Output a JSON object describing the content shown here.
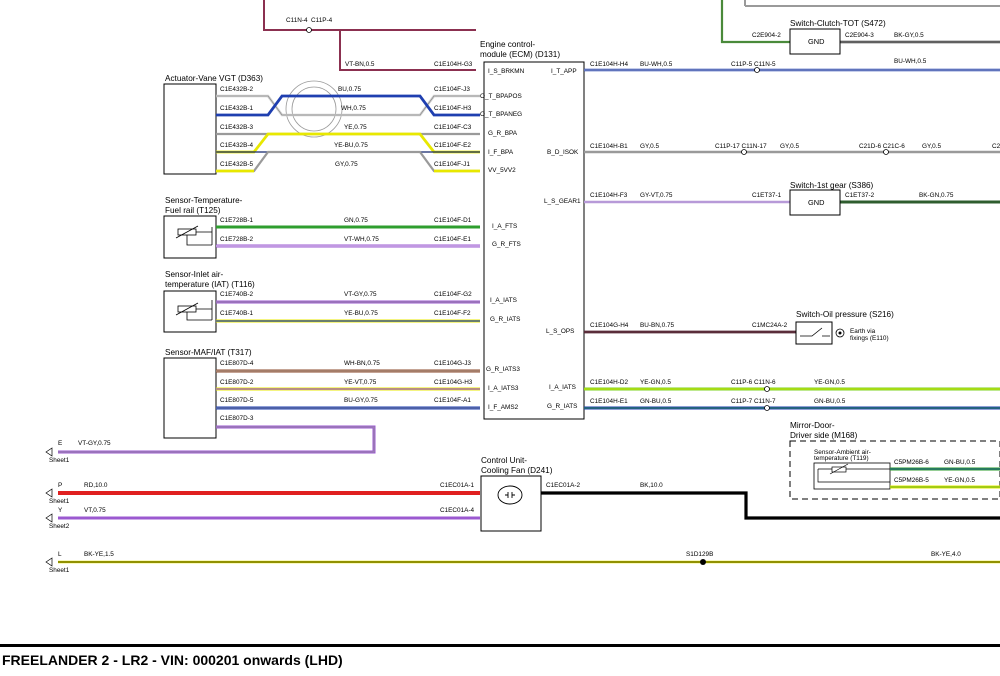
{
  "footer": {
    "title": "FREELANDER 2 - LR2 - VIN: 000201 onwards  (LHD)"
  },
  "colors": {
    "VT": "#9b59d0",
    "GN": "#2e9e2e",
    "RD": "#e02020",
    "BK": "#000000",
    "YE": "#e8e800",
    "BU": "#1f3fb0",
    "WH": "#cfcfcf",
    "GY": "#9a9a9a",
    "BN": "#8b4a2b",
    "DKGN": "#2f5d2f"
  },
  "components": {
    "ecm": {
      "title1": "Engine control-",
      "title2": "module (ECM) (D131)",
      "pins_left": [
        "I_S_BRKMN",
        "O_T_BPAPOS",
        "O_T_BPANEG",
        "G_R_BPA",
        "I_F_BPA",
        "VV_5VV2",
        "I_A_FTS",
        "G_R_FTS",
        "I_A_IATS",
        "G_R_IATS",
        "G_R_IATS3",
        "I_A_IATS3",
        "I_F_AMS2"
      ],
      "pins_right": [
        "I_T_APP",
        "B_D_ISOK",
        "L_S_GEAR1",
        "L_S_OPS",
        "I_A_IATS",
        "G_R_IATS"
      ]
    },
    "actuator_vgt": {
      "label": "Actuator-Vane VGT (D363)"
    },
    "fuel_rail_temp": {
      "label1": "Sensor-Temperature-",
      "label2": "Fuel rail (T125)"
    },
    "iat": {
      "label1": "Sensor-Inlet air-",
      "label2": "temperature (IAT) (T116)"
    },
    "maf": {
      "label": "Sensor-MAF/IAT (T317)"
    },
    "cooling_fan": {
      "label1": "Control Unit-",
      "label2": "Cooling Fan (D241)"
    },
    "clutch_switch": {
      "label": "Switch-Clutch-TOT (S472)",
      "inner": "GND"
    },
    "gear_switch": {
      "label": "Switch-1st gear (S386)",
      "inner": "GND"
    },
    "oil_switch": {
      "label": "Switch-Oil pressure (S216)",
      "earth1": "Earth via",
      "earth2": "fixings (E110)"
    },
    "mirror": {
      "label1": "Mirror-Door-",
      "label2": "Driver side (M168)",
      "sensor1": "Sensor-Ambient air-",
      "sensor2": "temperature (T119)"
    }
  },
  "connectors": {
    "c11n4": "C11N-4",
    "c11p4": "C11P-4",
    "c1e104h_g3": "C1E104H-G3",
    "c1e432b_2": "C1E432B-2",
    "c1e432b_1": "C1E432B-1",
    "c1e432b_3": "C1E432B-3",
    "c1e432b_4": "C1E432B-4",
    "c1e432b_5": "C1E432B-5",
    "c1e104f_j3": "C1E104F-J3",
    "c1e104f_h3": "C1E104F-H3",
    "c1e104f_c3": "C1E104F-C3",
    "c1e104f_e2": "C1E104F-E2",
    "c1e104f_j1": "C1E104F-J1",
    "c1e728b_1": "C1E728B-1",
    "c1e728b_2": "C1E728B-2",
    "c1e104f_d1": "C1E104F-D1",
    "c1e104f_e1": "C1E104F-E1",
    "c1e740b_2": "C1E740B-2",
    "c1e740b_1": "C1E740B-1",
    "c1e104f_g2": "C1E104F-G2",
    "c1e104f_f2": "C1E104F-F2",
    "c1e807d_4": "C1E807D-4",
    "c1e807d_2": "C1E807D-2",
    "c1e807d_5": "C1E807D-5",
    "c1e807d_3": "C1E807D-3",
    "c1e104g_j3": "C1E104G-J3",
    "c1e104g_h3": "C1E104G-H3",
    "c1e104f_a1": "C1E104F-A1",
    "c1e104h_h4": "C1E104H-H4",
    "c11p5_c11n5": "C11P-5 C11N-5",
    "c1e104h_b1": "C1E104H-B1",
    "c11p17_c11n17": "C11P-17 C11N-17",
    "c21d6_c21c6": "C21D-6 C21C-6",
    "c1e104h_f3": "C1E104H-F3",
    "c1et37_1": "C1ET37-1",
    "c1et37_2": "C1ET37-2",
    "c1e104g_h4": "C1E104G-H4",
    "c1mc24a_2": "C1MC24A-2",
    "c1e104h_d2": "C1E104H-D2",
    "c11p6_c11n6": "C11P-6 C11N-6",
    "c1e104h_e1": "C1E104H-E1",
    "c11p7_c11n7": "C11P-7 C11N-7",
    "c2e904_2": "C2E904-2",
    "c2e904_3": "C2E904-3",
    "c1ec01a_1": "C1EC01A-1",
    "c1ec01a_4": "C1EC01A-4",
    "c1ec01a_2": "C1EC01A-2",
    "c5pm26b_6": "C5PM26B-6",
    "c5pm26b_5": "C5PM26B-5",
    "s1d129b": "S1D129B"
  },
  "wires": {
    "vt_bn_05": "VT-BN,0.5",
    "bu_075": "BU,0.75",
    "wh_075": "WH,0.75",
    "ye_075": "YE,0.75",
    "ye_bu_075": "YE-BU,0.75",
    "gy_075": "GY,0.75",
    "gn_075": "GN,0.75",
    "vt_wh_075": "VT-WH,0.75",
    "vt_gy_075": "VT-GY,0.75",
    "ye_bu_075b": "YE-BU,0.75",
    "wh_bn_075": "WH-BN,0.75",
    "ye_vt_075": "YE-VT,0.75",
    "bu_gy_075": "BU-GY,0.75",
    "bu_wh_05": "BU-WH,0.5",
    "bu_wh_05b": "BU-WH,0.5",
    "gy_05": "GY,0.5",
    "gy_05b": "GY,0.5",
    "gy_05c": "GY,0.5",
    "gy_vt_075": "GY-VT,0.75",
    "bk_gn_075": "BK-GN,0.75",
    "bu_bn_075": "BU-BN,0.75",
    "ye_gn_05": "YE-GN,0.5",
    "ye_gn_05b": "YE-GN,0.5",
    "gn_bu_05": "GN-BU,0.5",
    "gn_bu_05b": "GN-BU,0.5",
    "bk_gy_05": "BK-GY,0.5",
    "vt_gy_075_e": "VT-GY,0.75",
    "rd_10": "RD,10.0",
    "vt_075": "VT,0.75",
    "bk_10": "BK,10.0",
    "bk_ye_15": "BK-YE,1.5",
    "bk_ye_40": "BK-YE,4.0",
    "gn_bu_05_m": "GN-BU,0.5",
    "ye_gn_05_m": "YE-GN,0.5"
  },
  "off_sheet": {
    "e": {
      "letter": "E",
      "sheet": "Sheet1"
    },
    "p": {
      "letter": "P",
      "sheet": "Sheet1"
    },
    "y": {
      "letter": "Y",
      "sheet": "Sheet2"
    },
    "l": {
      "letter": "L",
      "sheet": "Sheet1"
    }
  },
  "misc": {
    "cut_label": "C2"
  }
}
